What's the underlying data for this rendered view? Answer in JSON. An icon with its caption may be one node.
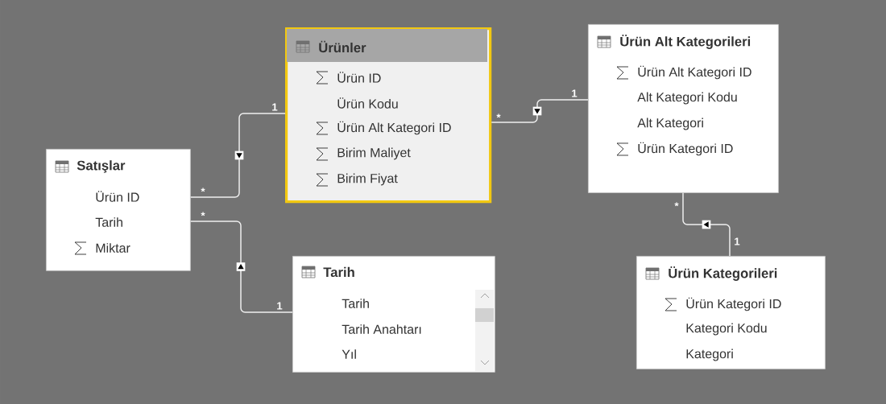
{
  "diagram": {
    "nodes": [
      {
        "text": [
          "Ürünler",
          "Ürün ID",
          "Ürün Kodu",
          "Ürün Alt Kategori ID",
          "Birim Maliyet",
          "Birim Fiyat"
        ]
      },
      {
        "text": [
          "Ürün Alt Kategorileri",
          "Ürün Alt Kategori ID",
          "Alt Kategori Kodu",
          "Alt Kategori",
          "Ürün Kategori ID"
        ]
      },
      {
        "text": [
          "Satışlar",
          "Ürün ID",
          "Tarih",
          "Miktar"
        ]
      },
      {
        "text": [
          "Tarih",
          "Tarih",
          "Tarih Anahtarı",
          "Yıl"
        ]
      },
      {
        "text": [
          "Ürün Kategorileri",
          "Ürün Kategori ID",
          "Kategori Kodu",
          "Kategori"
        ]
      }
    ],
    "edges": [
      {
        "from": 0,
        "to": 2,
        "arrow": "to"
      },
      {
        "from": 3,
        "to": 2,
        "arrow": "to"
      },
      {
        "from": 1,
        "to": 0,
        "arrow": "to"
      },
      {
        "from": 4,
        "to": 1,
        "arrow": "to"
      }
    ],
    "labels": [
      "1",
      "1",
      "*",
      "*",
      "*",
      "*",
      "1",
      "1"
    ]
  }
}
